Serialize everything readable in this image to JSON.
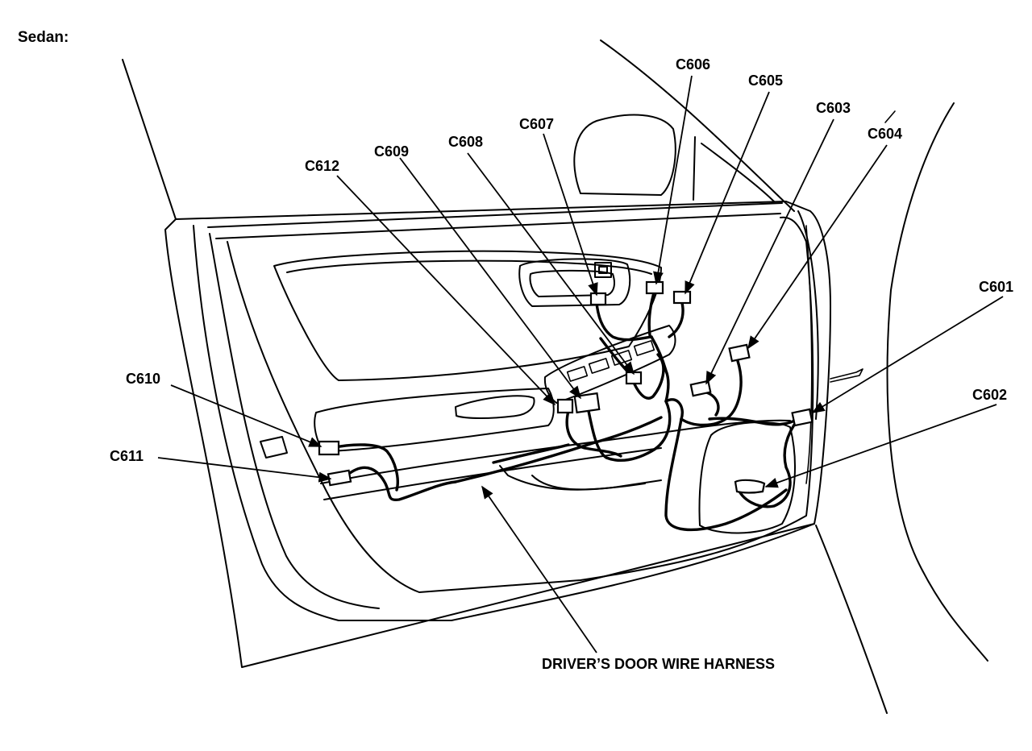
{
  "header": {
    "title": "Sedan:"
  },
  "callouts": {
    "c601": "C601",
    "c602": "C602",
    "c603": "C603",
    "c604": "C604",
    "c605": "C605",
    "c606": "C606",
    "c607": "C607",
    "c608": "C608",
    "c609": "C609",
    "c610": "C610",
    "c611": "C611",
    "c612": "C612"
  },
  "harness_label": "DRIVER’S DOOR WIRE HARNESS"
}
